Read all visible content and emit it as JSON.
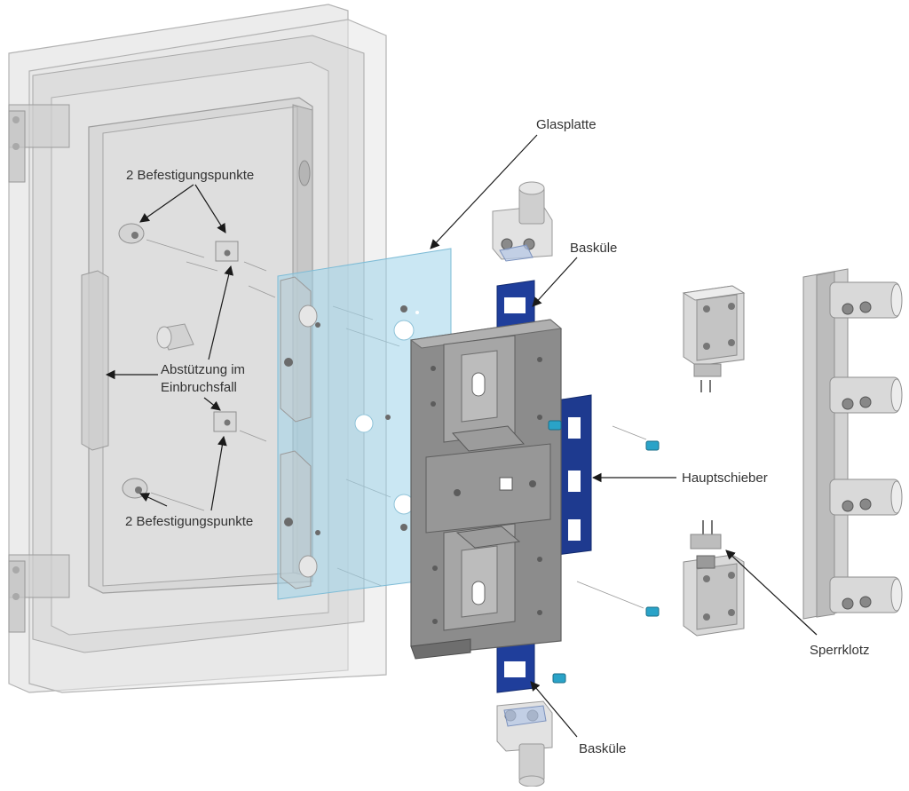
{
  "labels": {
    "glasplatte": "Glasplatte",
    "befestigung_top": "2 Befestigungspunkte",
    "baskuele_top": "Basküle",
    "abstuetzung_line1": "Abstützung im",
    "abstuetzung_line2": "Einbruchsfall",
    "hauptschieber": "Hauptschieber",
    "befestigung_bottom": "2 Befestigungspunkte",
    "sperrklotz": "Sperrklotz",
    "baskuele_bottom": "Basküle"
  },
  "colors": {
    "door_fill": "#d9d9d9",
    "door_stroke": "#b5b5b5",
    "glass_fill": "#9fd4ea",
    "lock_case": "#8c8c8c",
    "baskuele_blue": "#1f3e9b",
    "hauptschieber_blue": "#1e3a8f",
    "screw_cyan": "#2aa3c8",
    "arrow": "#1a1a1a"
  }
}
